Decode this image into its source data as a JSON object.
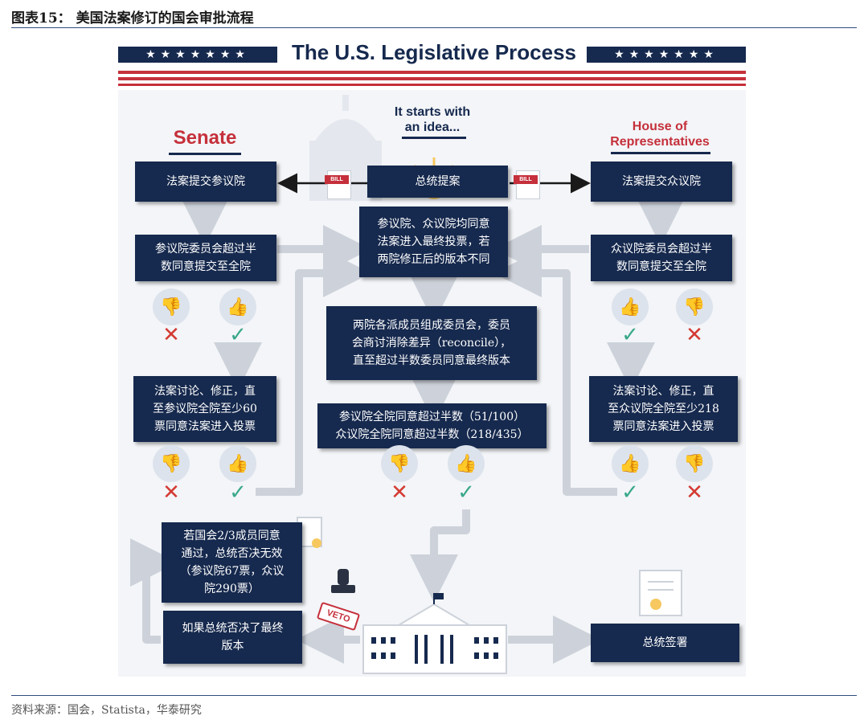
{
  "figure": {
    "title": "图表15： 美国法案修订的国会审批流程",
    "source": "资料来源：国会，Statista，华泰研究"
  },
  "infographic": {
    "title": "The U.S. Legislative Process",
    "stars": "★★★★★★★",
    "senate_header": "Senate",
    "house_header": "House of\nRepresentatives",
    "start_label": "It starts with\nan idea...",
    "bill_tag": "BILL",
    "veto_tag": "VETO",
    "boxes": {
      "senate_submit": "法案提交参议院",
      "president_propose": "总统提案",
      "house_submit": "法案提交众议院",
      "senate_committee": "参议院委员会超过半\n数同意提交至全院",
      "both_agree": "参议院、众议院均同意\n法案进入最终投票，若\n两院修正后的版本不同",
      "house_committee": "众议院委员会超过半\n数同意提交至全院",
      "reconcile": "两院各派成员组成委员会，委员\n会商讨消除差异（reconcile），\n直至超过半数委员同意最终版本",
      "senate_debate": "法案讨论、修正，直\n至参议院全院至少60\n票同意法案进入投票",
      "final_vote": "参议院全院同意超过半数（51/100）\n众议院全院同意超过半数（218/435）",
      "house_debate": "法案讨论、修正，直\n至众议院全院至少218\n票同意法案进入投票",
      "override": "若国会2/3成员同意\n通过，总统否决无效\n（参议院67票，众议\n院290票）",
      "president_veto": "如果总统否决了最终\n版本",
      "president_sign": "总统签署"
    },
    "symbols": {
      "thumb_down": "👎",
      "thumb_up": "👍",
      "cross": "✕",
      "check": "✓"
    }
  },
  "colors": {
    "navy": "#16294e",
    "red": "#c5303b",
    "green": "#39a88a",
    "arrow_gray": "#cdd2da"
  }
}
